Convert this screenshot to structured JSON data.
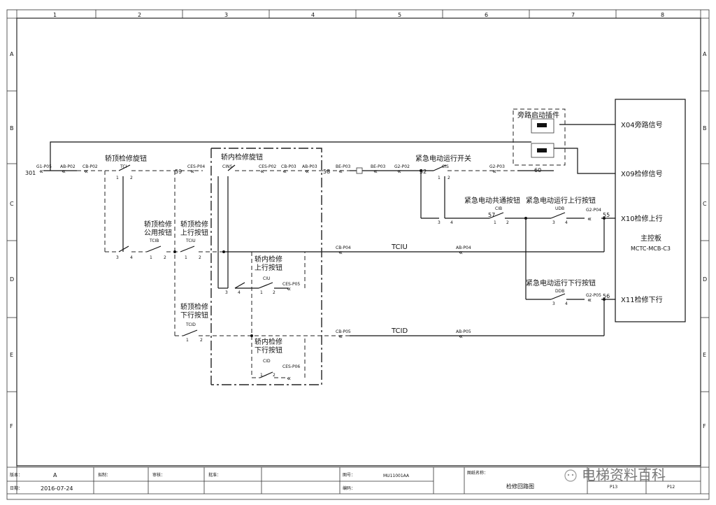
{
  "grid": {
    "cols": [
      "1",
      "2",
      "3",
      "4",
      "5",
      "6",
      "7",
      "8"
    ],
    "rows": [
      "A",
      "B",
      "C",
      "D",
      "E",
      "F"
    ]
  },
  "devices": {
    "tci": {
      "title": "轿顶检修旋钮",
      "code": "TCI"
    },
    "cins": {
      "title": "轿内检修旋钮",
      "code": "CINS"
    },
    "cis": {
      "title": "紧急电动运行开关",
      "code": "CIS"
    },
    "tcib": {
      "title1": "轿顶检修",
      "title2": "公用按钮",
      "code": "TCIB"
    },
    "tciu": {
      "title1": "轿顶检修",
      "title2": "上行按钮",
      "code": "TCIU"
    },
    "tcid": {
      "title1": "轿顶检修",
      "title2": "下行按钮",
      "code": "TCID"
    },
    "ciu": {
      "title1": "轿内检修",
      "title2": "上行按钮",
      "code": "CIU"
    },
    "cid": {
      "title1": "轿内检修",
      "title2": "下行按钮",
      "code": "CID"
    },
    "cib": {
      "title": "紧急电动共通按钮",
      "code": "CIB"
    },
    "udb": {
      "title": "紧急电动运行上行按钮",
      "code": "UDB"
    },
    "ddb": {
      "title": "紧急电动运行下行按钮",
      "code": "DDB"
    },
    "bypass": {
      "title": "旁路启动插件"
    },
    "board": {
      "title": "主控板",
      "model": "MCTC-MCB-C3"
    }
  },
  "signals": {
    "x04": "X04旁路信号",
    "x09": "X09检修信号",
    "x10": "X10检修上行",
    "x11": "X11检修下行"
  },
  "nodes": [
    "301",
    "59",
    "58",
    "52",
    "57",
    "60",
    "55",
    "56"
  ],
  "wire_labels": {
    "tciu": "TCIU",
    "tcid": "TCID"
  },
  "connectors": {
    "g1p05": "G1-P05",
    "abp02": "AB-P02",
    "cbp02": "CB-P02",
    "cesp04": "CES-P04",
    "cesp02": "CES-P02",
    "cbp03": "CB-P03",
    "abp03": "AB-P03",
    "bep03a": "BE-P03",
    "bep03b": "BE-P03",
    "g2p02": "G2-P02",
    "g2p03": "G2-P03",
    "g2p04": "G2-P04",
    "g2p05": "G2-P05",
    "cbp04": "CB-P04",
    "abp04": "AB-P04",
    "cbp05": "CB-P05",
    "abp05": "AB-P05",
    "cesp05": "CES-P05",
    "cesp06": "CES-P06"
  },
  "pins": {
    "p1": "1",
    "p2": "2",
    "p3": "3",
    "p4": "4"
  },
  "titleblock": {
    "version_label": "版本：",
    "version": "A",
    "date_label": "日期：",
    "date": "2016-07-24",
    "draw_label": "拟制：",
    "review_label": "审核：",
    "approve_label": "批准：",
    "drawing_no_label": "图号：",
    "drawing_no": "MU11001AA",
    "code_label": "编码：",
    "drawing_name_label": "图纸名称：",
    "drawing_name": "检修回路图",
    "page_a": "P13",
    "page_b": "P12"
  },
  "watermark": "电梯资料百科"
}
